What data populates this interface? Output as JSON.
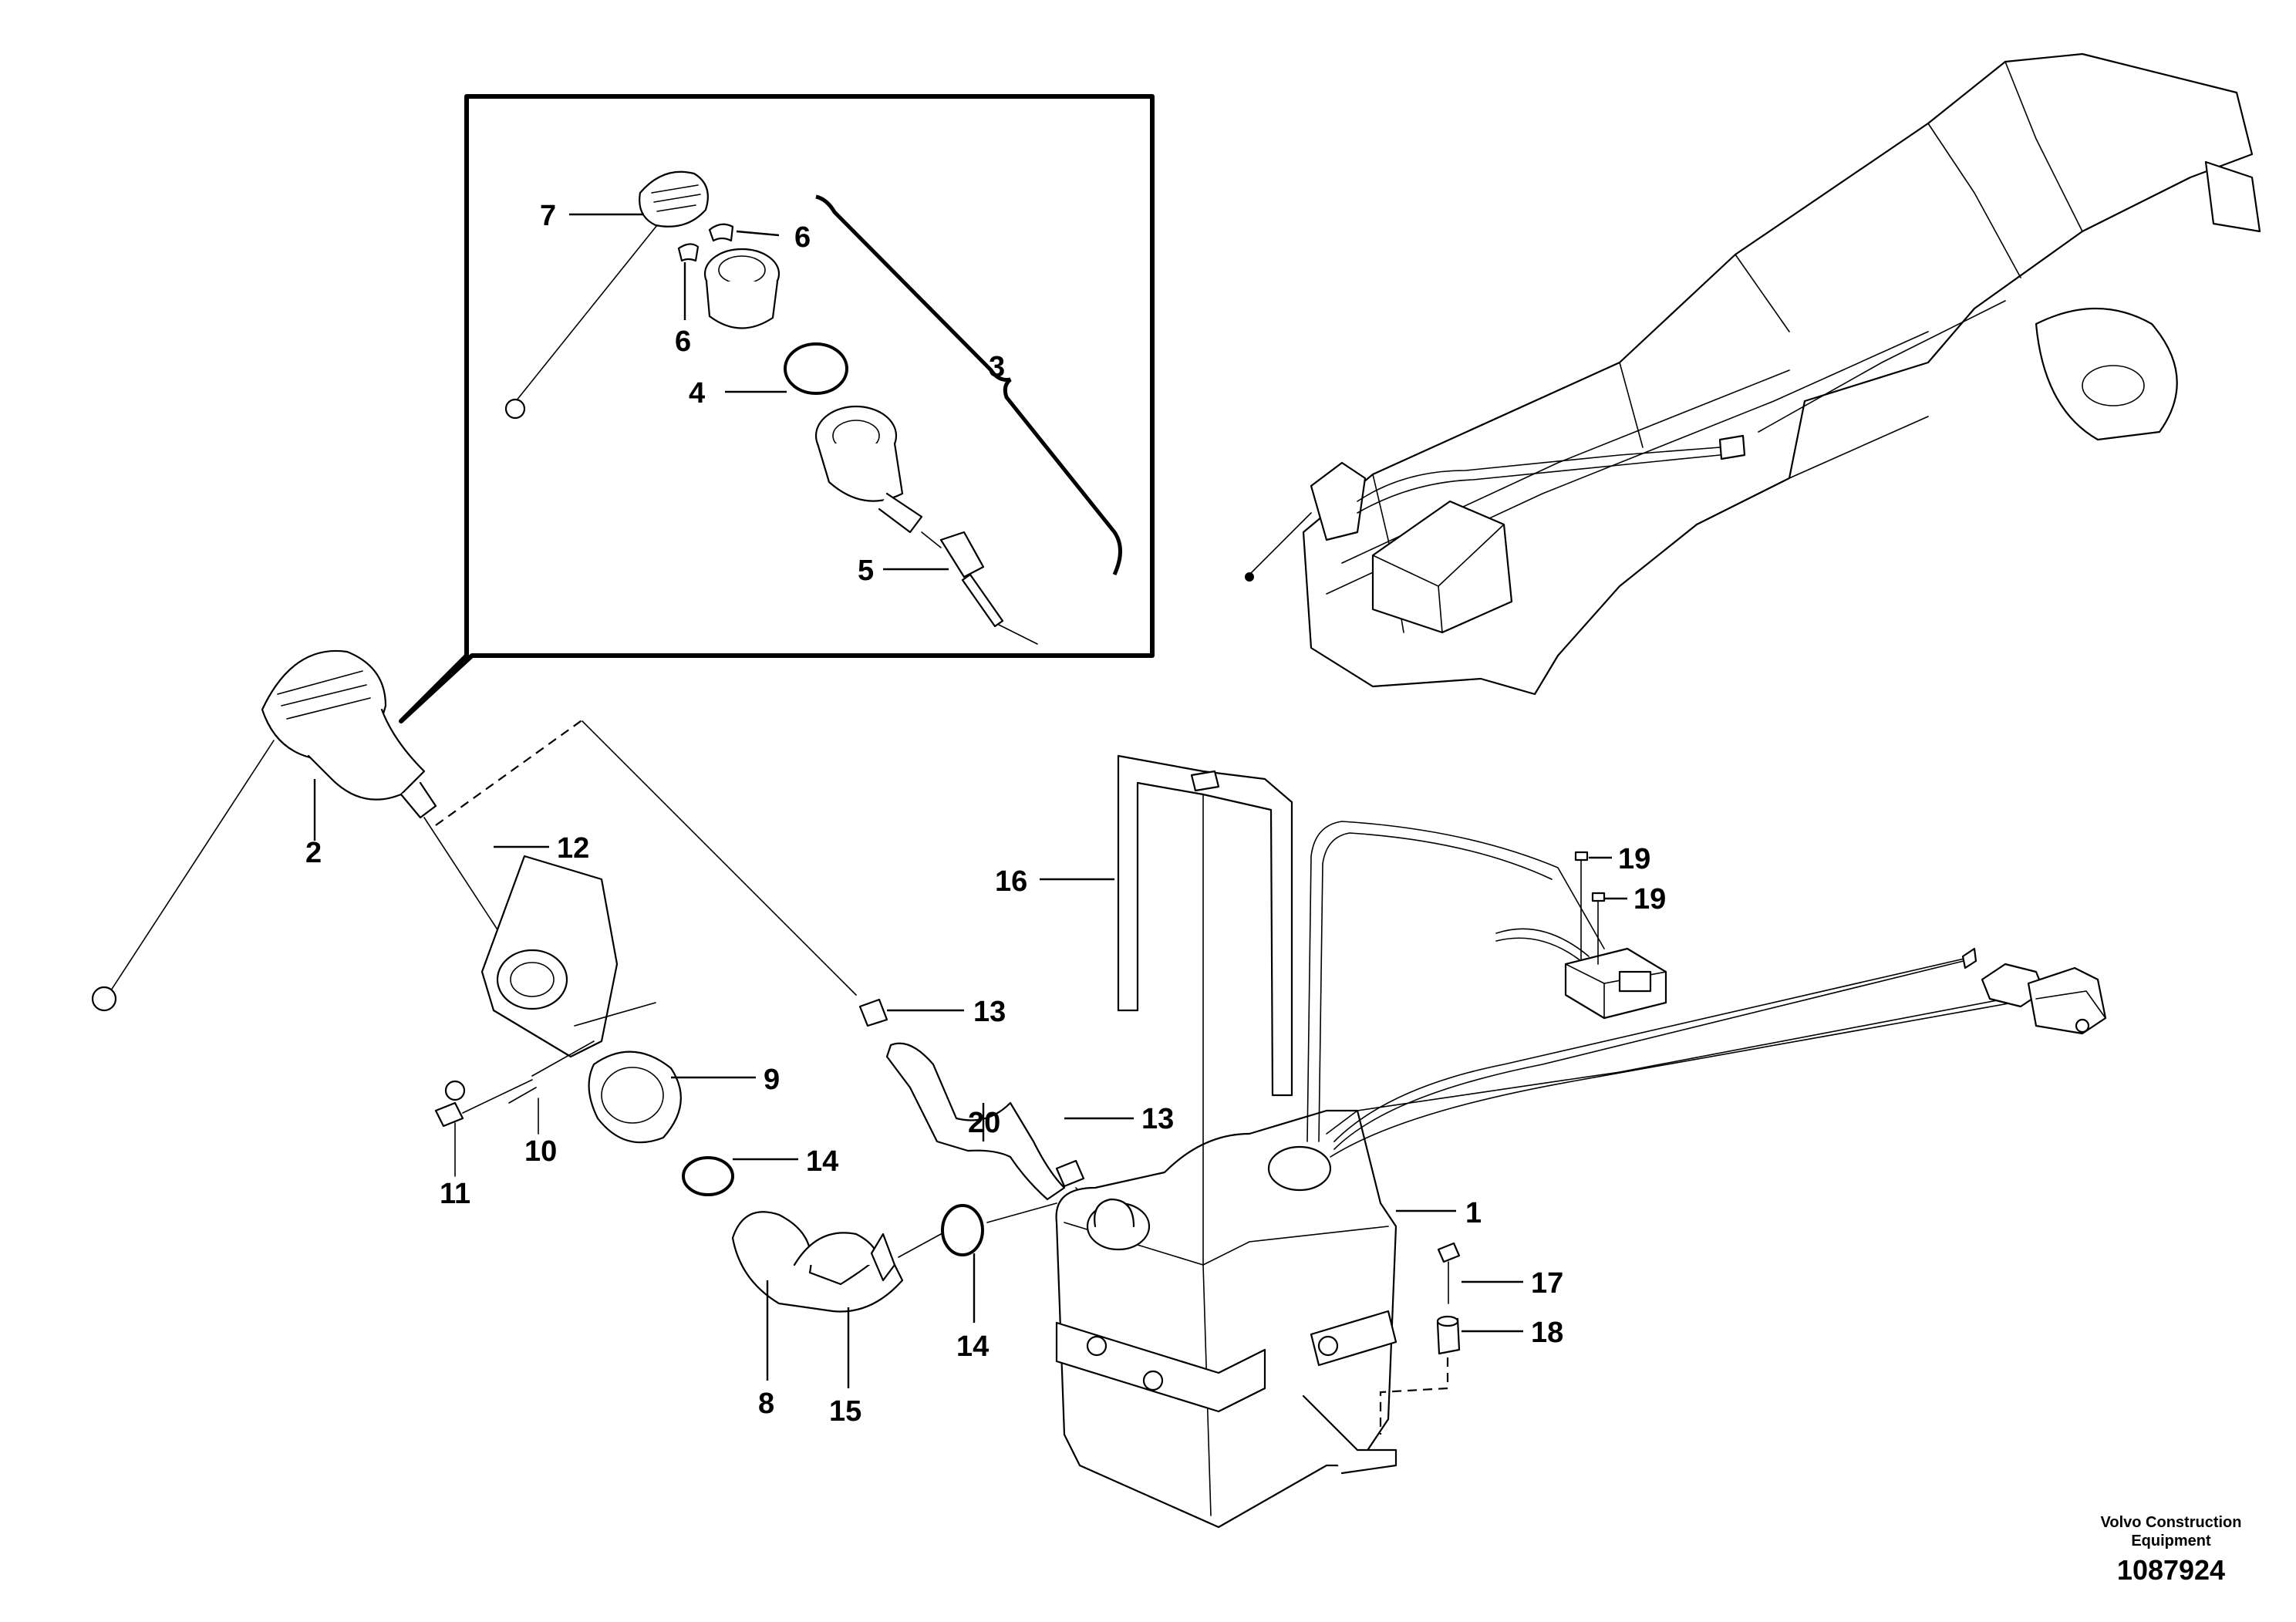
{
  "callouts": [
    {
      "id": "c7",
      "text": "7"
    },
    {
      "id": "c6a",
      "text": "6"
    },
    {
      "id": "c6b",
      "text": "6"
    },
    {
      "id": "c4",
      "text": "4"
    },
    {
      "id": "c3",
      "text": "3"
    },
    {
      "id": "c5",
      "text": "5"
    },
    {
      "id": "c2",
      "text": "2"
    },
    {
      "id": "c12",
      "text": "12"
    },
    {
      "id": "c16",
      "text": "16"
    },
    {
      "id": "c19a",
      "text": "19"
    },
    {
      "id": "c19b",
      "text": "19"
    },
    {
      "id": "c13a",
      "text": "13"
    },
    {
      "id": "c13b",
      "text": "13"
    },
    {
      "id": "c9",
      "text": "9"
    },
    {
      "id": "c20",
      "text": "20"
    },
    {
      "id": "c14a",
      "text": "14"
    },
    {
      "id": "c14b",
      "text": "14"
    },
    {
      "id": "c10",
      "text": "10"
    },
    {
      "id": "c11",
      "text": "11"
    },
    {
      "id": "c1",
      "text": "1"
    },
    {
      "id": "c17",
      "text": "17"
    },
    {
      "id": "c18",
      "text": "18"
    },
    {
      "id": "c8",
      "text": "8"
    },
    {
      "id": "c15",
      "text": "15"
    }
  ],
  "credit": {
    "line1": "Volvo Construction",
    "line2": "Equipment"
  },
  "document_number": "1087924"
}
